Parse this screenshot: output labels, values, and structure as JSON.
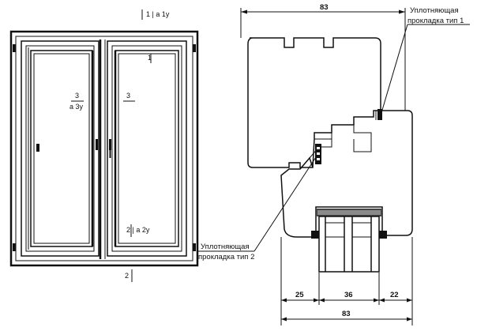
{
  "window_elevation": {
    "section_marks": {
      "top": "1 | а 1у",
      "sash_right_top": "1",
      "left_sash": "3",
      "left_sash_sub": "а 3у",
      "right_sash": "3",
      "bottom_inner": "2 | а 2у",
      "bottom_outer": "2"
    }
  },
  "profile_section": {
    "seal_type_1": {
      "line1": "Уплотняющая",
      "line2": "прокладка тип 1"
    },
    "seal_type_2": {
      "line1": "Уплотняющая",
      "line2": "прокладка тип 2"
    },
    "dim_top": "83",
    "dim_parts": [
      "25",
      "36",
      "22"
    ],
    "dim_bottom": "83"
  }
}
